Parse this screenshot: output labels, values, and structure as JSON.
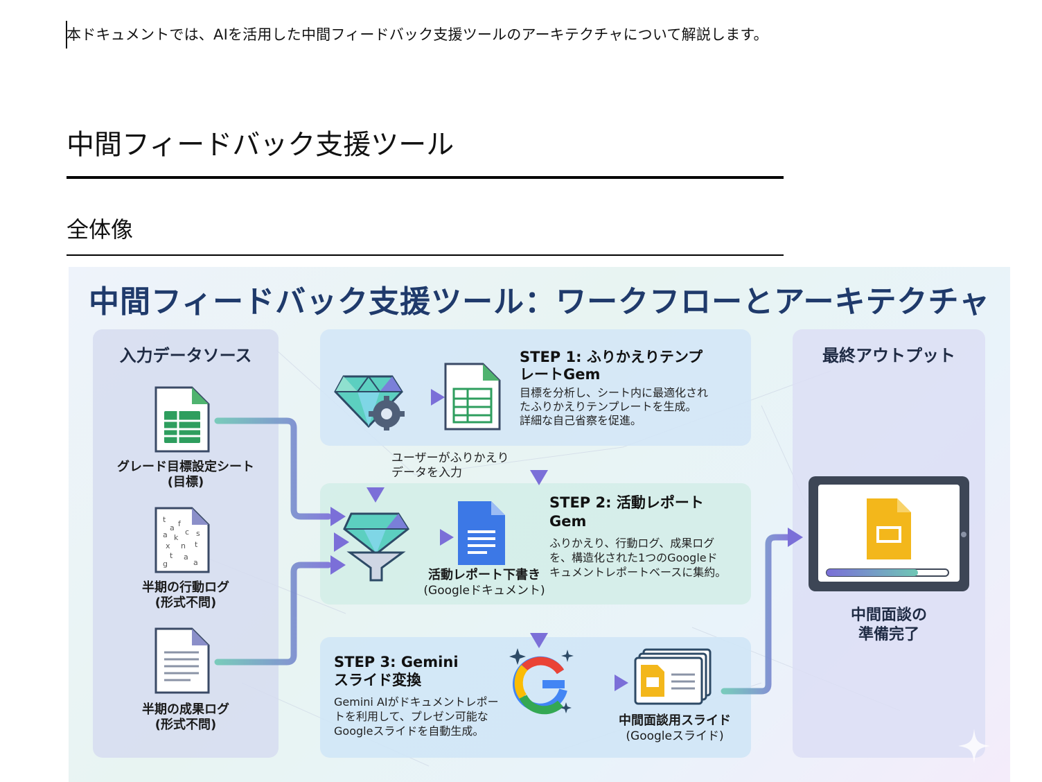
{
  "document": {
    "intro_text": "本ドキュメントでは、AIを活用した中間フィードバック支援ツールのアーキテクチャについて解説します。",
    "heading1": "中間フィードバック支援ツール",
    "heading2": "全体像"
  },
  "figure": {
    "title": "中間フィードバック支援ツール：ワークフローとアーキテクチャ",
    "input_panel": {
      "header": "入力データソース",
      "items": [
        {
          "label": "グレード目標設定シート",
          "sub": "(目標)",
          "icon": "spreadsheet-icon"
        },
        {
          "label": "半期の行動ログ",
          "sub": "(形式不問)",
          "icon": "scattered-text-icon"
        },
        {
          "label": "半期の成果ログ",
          "sub": "(形式不問)",
          "icon": "text-document-icon"
        }
      ]
    },
    "step1": {
      "title_line1": "STEP 1: ふりかえりテンプ",
      "title_line2": "レートGem",
      "desc": [
        "目標を分析し、シート内に最適化され",
        "たふりかえりテンプレートを生成。",
        "詳細な自己省察を促進。"
      ],
      "icons": [
        "gem-gear-icon",
        "spreadsheet-icon"
      ]
    },
    "user_input_note": [
      "ユーザーがふりかえり",
      "データを入力"
    ],
    "step2": {
      "title_line1": "STEP 2: 活動レポート",
      "title_line2": "Gem",
      "desc": [
        "ふりかえり、行動ログ、成果ログ",
        "を、構造化された1つのGoogleド",
        "キュメントレポートベースに集約。"
      ],
      "output_label": "活動レポート下書き",
      "output_sub": "(Googleドキュメント)",
      "icons": [
        "gem-funnel-icon",
        "google-docs-icon"
      ]
    },
    "step3": {
      "title_line1": "STEP 3: Gemini",
      "title_line2": "スライド変換",
      "desc": [
        "Gemini AIがドキュメントレポー",
        "トを利用して、プレゼン可能な",
        "Googleスライドを自動生成。"
      ],
      "output_label": "中間面談用スライド",
      "output_sub": "(Googleスライド)",
      "icons": [
        "google-g-sparkle-icon",
        "google-slides-stack-icon"
      ]
    },
    "output_panel": {
      "header": "最終アウトプット",
      "label_line1": "中間面談の",
      "label_line2": "準備完了",
      "icon": "tablet-slides-icon",
      "progress": 0.75
    },
    "colors": {
      "title": "#1f3a6b",
      "arrow_start": "#6fc7b5",
      "arrow_end": "#7b6fd8",
      "sheets_green": "#2e9e5e",
      "docs_blue": "#3c78e6",
      "slides_yellow": "#f3b71b"
    }
  }
}
